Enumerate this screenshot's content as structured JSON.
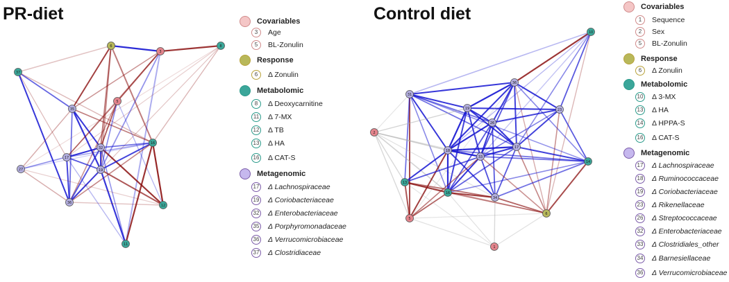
{
  "left_panel": {
    "title": "PR-diet",
    "legend": [
      {
        "group": "Covariables",
        "color": "#f4c6c6",
        "ring": "#d08a8a",
        "items": [
          {
            "num": "3",
            "label": "Age",
            "italic": false
          },
          {
            "num": "5",
            "label": "BL-Zonulin",
            "italic": false
          }
        ]
      },
      {
        "group": "Response",
        "color": "#b8b85a",
        "ring": "#b8a23a",
        "items": [
          {
            "num": "6",
            "label": "Δ Zonulin",
            "italic": false
          }
        ]
      },
      {
        "group": "Metabolomic",
        "color": "#3ba69a",
        "ring": "#2a9a8a",
        "items": [
          {
            "num": "8",
            "label": "Δ Deoxycarnitine",
            "italic": false
          },
          {
            "num": "11",
            "label": "Δ 7-MX",
            "italic": false
          },
          {
            "num": "12",
            "label": "Δ TB",
            "italic": false
          },
          {
            "num": "13",
            "label": "Δ HA",
            "italic": false
          },
          {
            "num": "16",
            "label": "Δ CAT-S",
            "italic": false
          }
        ]
      },
      {
        "group": "Metagenomic",
        "color": "#c6b8ee",
        "ring": "#7a5aa8",
        "items": [
          {
            "num": "17",
            "label": "Δ Lachnospiraceae",
            "italic": true
          },
          {
            "num": "19",
            "label": "Δ Coriobacteriaceae",
            "italic": true
          },
          {
            "num": "32",
            "label": "Δ Enterobacteriaceae",
            "italic": true
          },
          {
            "num": "35",
            "label": "Δ Porphyromonadaceae",
            "italic": true
          },
          {
            "num": "36",
            "label": "Δ Verrucomicrobiaceae",
            "italic": true
          },
          {
            "num": "37",
            "label": "Δ Clostridiaceae",
            "italic": true
          }
        ]
      }
    ],
    "nodes": [
      {
        "id": "6",
        "type": "response"
      },
      {
        "id": "3",
        "type": "covariable"
      },
      {
        "id": "8",
        "type": "metabolomic"
      },
      {
        "id": "37",
        "type": "metabolomic"
      },
      {
        "id": "35",
        "type": "metagenomic"
      },
      {
        "id": "5",
        "type": "covariable"
      },
      {
        "id": "32",
        "type": "metagenomic"
      },
      {
        "id": "16",
        "type": "metabolomic"
      },
      {
        "id": "17",
        "type": "metagenomic"
      },
      {
        "id": "19",
        "type": "metagenomic"
      },
      {
        "id": "27",
        "type": "metagenomic"
      },
      {
        "id": "36",
        "type": "metagenomic"
      },
      {
        "id": "12",
        "type": "metabolomic"
      },
      {
        "id": "11",
        "type": "metabolomic"
      }
    ]
  },
  "right_panel": {
    "title": "Control diet",
    "legend": [
      {
        "group": "Covariables",
        "color": "#f4c6c6",
        "ring": "#d08a8a",
        "items": [
          {
            "num": "1",
            "label": "Sequence",
            "italic": false
          },
          {
            "num": "2",
            "label": "Sex",
            "italic": false
          },
          {
            "num": "5",
            "label": "BL-Zonulin",
            "italic": false
          }
        ]
      },
      {
        "group": "Response",
        "color": "#b8b85a",
        "ring": "#b8a23a",
        "items": [
          {
            "num": "6",
            "label": "Δ Zonulin",
            "italic": false
          }
        ]
      },
      {
        "group": "Metabolomic",
        "color": "#3ba69a",
        "ring": "#2a9a8a",
        "items": [
          {
            "num": "10",
            "label": "Δ 3-MX",
            "italic": false
          },
          {
            "num": "13",
            "label": "Δ HA",
            "italic": false
          },
          {
            "num": "14",
            "label": "Δ HPPA-S",
            "italic": false
          },
          {
            "num": "16",
            "label": "Δ CAT-S",
            "italic": false
          }
        ]
      },
      {
        "group": "Metagenomic",
        "color": "#c6b8ee",
        "ring": "#7a5aa8",
        "items": [
          {
            "num": "17",
            "label": "Δ Lachnospiraceae",
            "italic": true
          },
          {
            "num": "18",
            "label": "Δ Ruminococcaceae",
            "italic": true
          },
          {
            "num": "19",
            "label": "Δ Coriobacteriaceae",
            "italic": true
          },
          {
            "num": "23",
            "label": "Δ Rikenellaceae",
            "italic": true
          },
          {
            "num": "26",
            "label": "Δ Streptococcaceae",
            "italic": true
          },
          {
            "num": "32",
            "label": "Δ Enterobacteriaceae",
            "italic": true
          },
          {
            "num": "33",
            "label": "Δ Clostridiales_other",
            "italic": true
          },
          {
            "num": "34",
            "label": "Δ Barnesiellaceae",
            "italic": true
          },
          {
            "num": "36",
            "label": "Δ Verrucomicrobiaceae",
            "italic": true
          }
        ]
      }
    ],
    "nodes": [
      {
        "id": "10",
        "type": "metabolomic"
      },
      {
        "id": "36",
        "type": "metagenomic"
      },
      {
        "id": "31",
        "type": "metagenomic"
      },
      {
        "id": "19",
        "type": "metagenomic"
      },
      {
        "id": "23",
        "type": "metagenomic"
      },
      {
        "id": "26",
        "type": "metagenomic"
      },
      {
        "id": "2",
        "type": "covariable"
      },
      {
        "id": "18",
        "type": "metagenomic"
      },
      {
        "id": "17",
        "type": "metagenomic"
      },
      {
        "id": "33",
        "type": "metagenomic"
      },
      {
        "id": "14",
        "type": "metabolomic"
      },
      {
        "id": "13",
        "type": "metabolomic"
      },
      {
        "id": "16",
        "type": "metabolomic"
      },
      {
        "id": "34",
        "type": "metagenomic"
      },
      {
        "id": "5",
        "type": "covariable"
      },
      {
        "id": "6",
        "type": "response"
      },
      {
        "id": "1",
        "type": "covariable"
      }
    ]
  },
  "colors": {
    "covariable": "#e4848c",
    "response": "#b7b85a",
    "metabolomic": "#3aa89a",
    "metagenomic": "#b3aee0",
    "edge_positive": "#1414d2",
    "edge_negative": "#8b1010",
    "edge_neutral": "#aaaaaa"
  }
}
